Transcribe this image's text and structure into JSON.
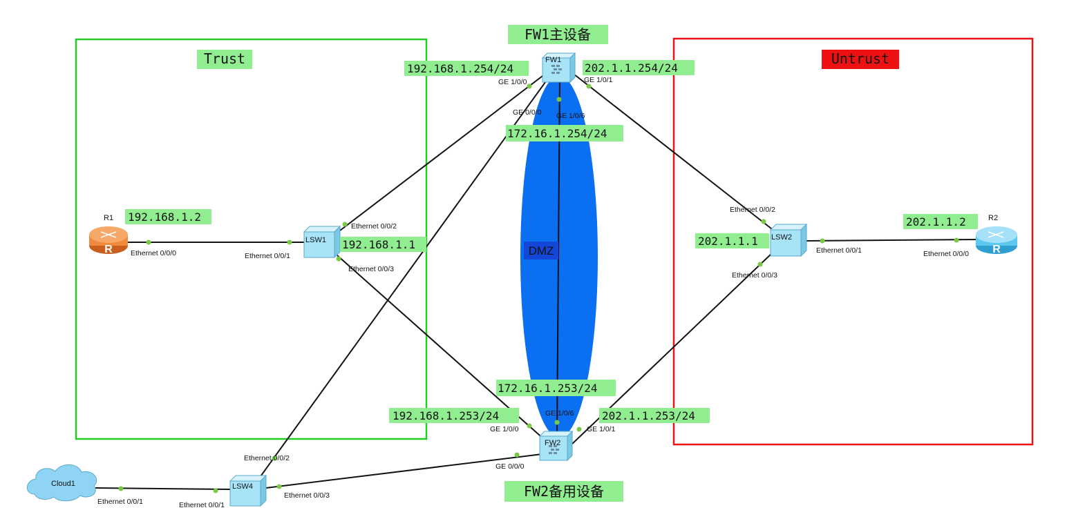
{
  "zones": {
    "trust": {
      "label": "Trust",
      "color": "#22cc22"
    },
    "untrust": {
      "label": "Untrust",
      "color": "#ee1111"
    },
    "dmz": {
      "label": "DMZ",
      "color": "#0a6ff0"
    }
  },
  "titles": {
    "fw1": "FW1主设备",
    "fw2": "FW2备用设备"
  },
  "devices": {
    "r1": "R1",
    "r2": "R2",
    "fw1": "FW1",
    "fw2": "FW2",
    "lsw1": "LSW1",
    "lsw2": "LSW2",
    "lsw4": "LSW4",
    "cloud1": "Cloud1"
  },
  "ips": {
    "r1": "192.168.1.2",
    "lsw1": "192.168.1.1",
    "fw1_ge100": "192.168.1.254/24",
    "fw1_ge101": "202.1.1.254/24",
    "fw1_ge106": "172.16.1.254/24",
    "fw2_ge106": "172.16.1.253/24",
    "fw2_ge100": "192.168.1.253/24",
    "fw2_ge101": "202.1.1.253/24",
    "lsw2": "202.1.1.1",
    "r2": "202.1.1.2"
  },
  "ports": {
    "r1_e000": "Ethernet 0/0/0",
    "lsw1_e001": "Ethernet 0/0/1",
    "lsw1_e002": "Ethernet 0/0/2",
    "lsw1_e003": "Ethernet 0/0/3",
    "fw1_ge100": "GE 1/0/0",
    "fw1_ge000": "GE 0/0/0",
    "fw1_ge106": "GE 1/0/6",
    "fw1_ge101": "GE 1/0/1",
    "lsw2_e002": "Ethernet 0/0/2",
    "lsw2_e001": "Ethernet 0/0/1",
    "lsw2_e003": "Ethernet 0/0/3",
    "r2_e000": "Ethernet 0/0/0",
    "fw2_ge106": "GE 1/0/6",
    "fw2_ge100": "GE 1/0/0",
    "fw2_ge101": "GE 1/0/1",
    "fw2_ge000": "GE 0/0/0",
    "lsw4_e002": "Ethernet 0/0/2",
    "lsw4_e003": "Ethernet 0/0/3",
    "lsw4_e001": "Ethernet 0/0/1",
    "cloud1_e001": "Ethernet 0/0/1"
  },
  "colors": {
    "label_bg": "#90ee90",
    "link": "#111111",
    "port_dot": "#7ac943",
    "router_r1": "#f08a3c",
    "router_r2": "#5cc8f0",
    "switch": "#a8e4f8",
    "cloud": "#8fd4f5"
  }
}
